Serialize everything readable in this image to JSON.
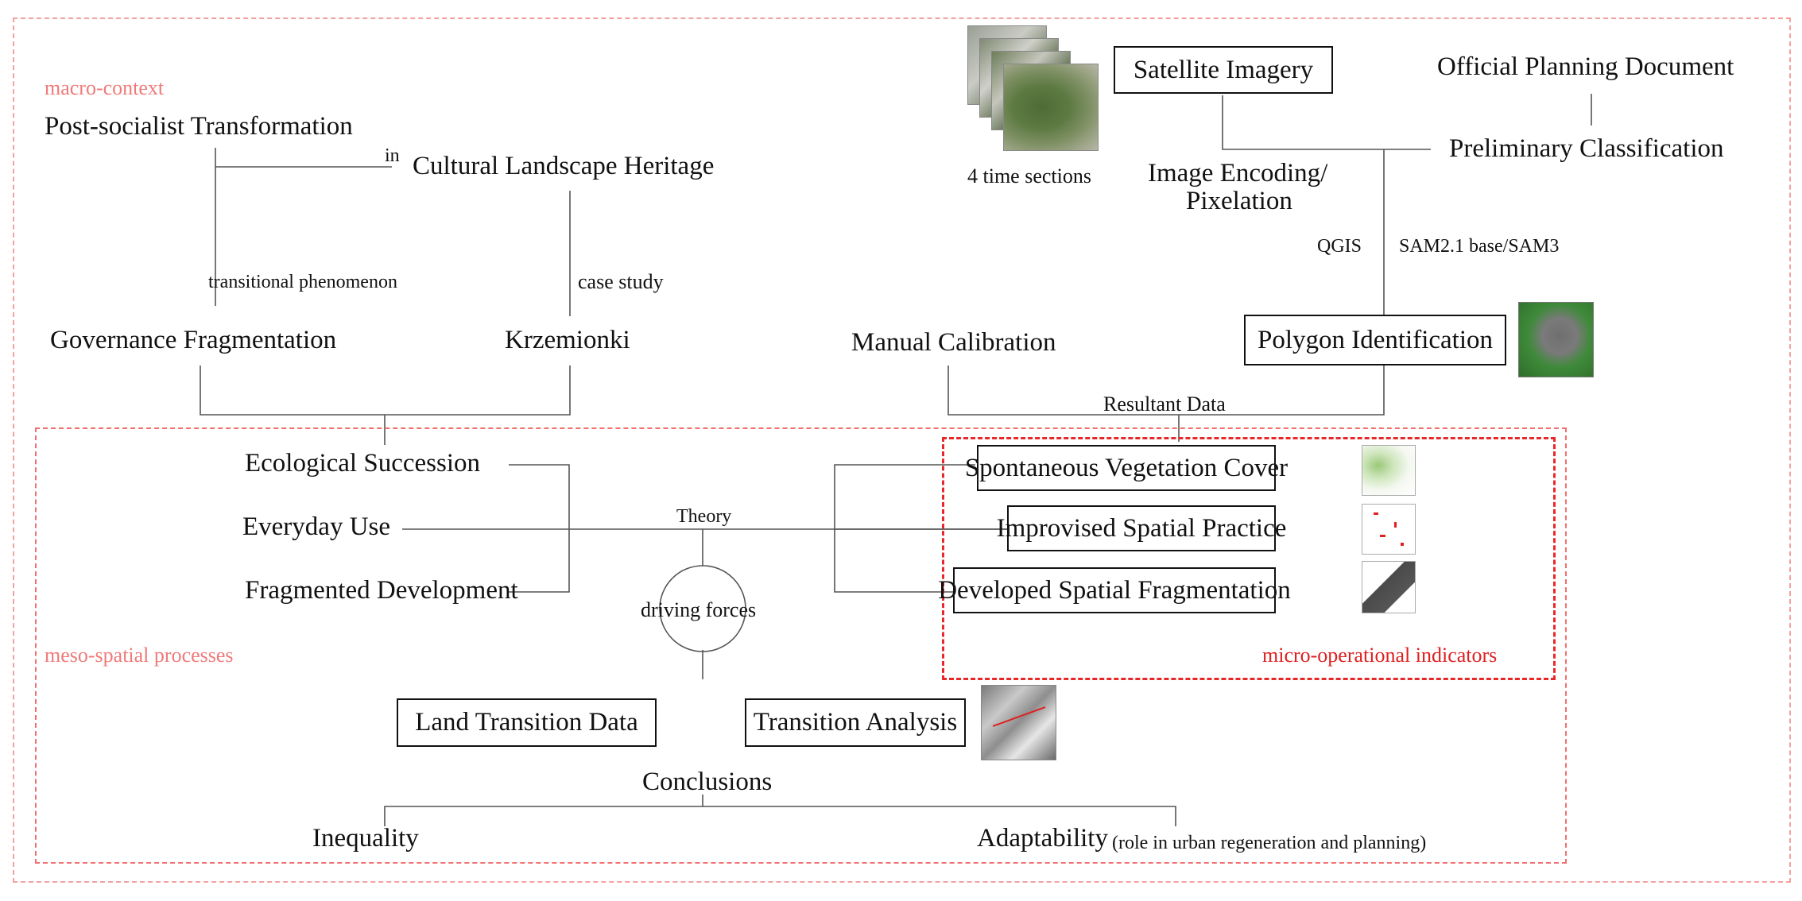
{
  "frames": {
    "macro_label": "macro-context",
    "meso_label": "meso-spatial processes",
    "micro_label": "micro-operational indicators"
  },
  "macro": {
    "post_socialist": "Post-socialist Transformation",
    "in_label": "in",
    "cultural_heritage": "Cultural Landscape Heritage",
    "transitional": "transitional phenomenon",
    "case_study": "case study",
    "governance": "Governance Fragmentation",
    "krzemionki": "Krzemionki"
  },
  "data_pipeline": {
    "time_sections": "4 time sections",
    "satellite": "Satellite Imagery",
    "official_doc": "Official Planning Document",
    "preliminary": "Preliminary Classification",
    "encoding_line1": "Image Encoding/",
    "encoding_line2": "Pixelation",
    "qgis": "QGIS",
    "sam": "SAM2.1 base/SAM3",
    "manual": "Manual Calibration",
    "polygon": "Polygon Identification",
    "resultant": "Resultant Data"
  },
  "meso": {
    "ecological": "Ecological Succession",
    "everyday": "Everyday Use",
    "fragmented": "Fragmented Development",
    "theory": "Theory",
    "driving": "driving forces",
    "land_transition": "Land Transition Data",
    "transition_analysis": "Transition Analysis",
    "conclusions": "Conclusions",
    "inequality": "Inequality",
    "adaptability": "Adaptability",
    "adaptability_note": "(role in urban regeneration and planning)"
  },
  "micro": {
    "vegetation": "Spontaneous Vegetation Cover",
    "improvised": "Improvised Spatial Practice",
    "developed": "Developed Spatial Fragmentation"
  },
  "colors": {
    "frame_light": "#f5a0a0",
    "frame_strong": "#e82828",
    "label_light": "#f07a7a",
    "label_strong": "#e02020",
    "line": "#555555"
  }
}
